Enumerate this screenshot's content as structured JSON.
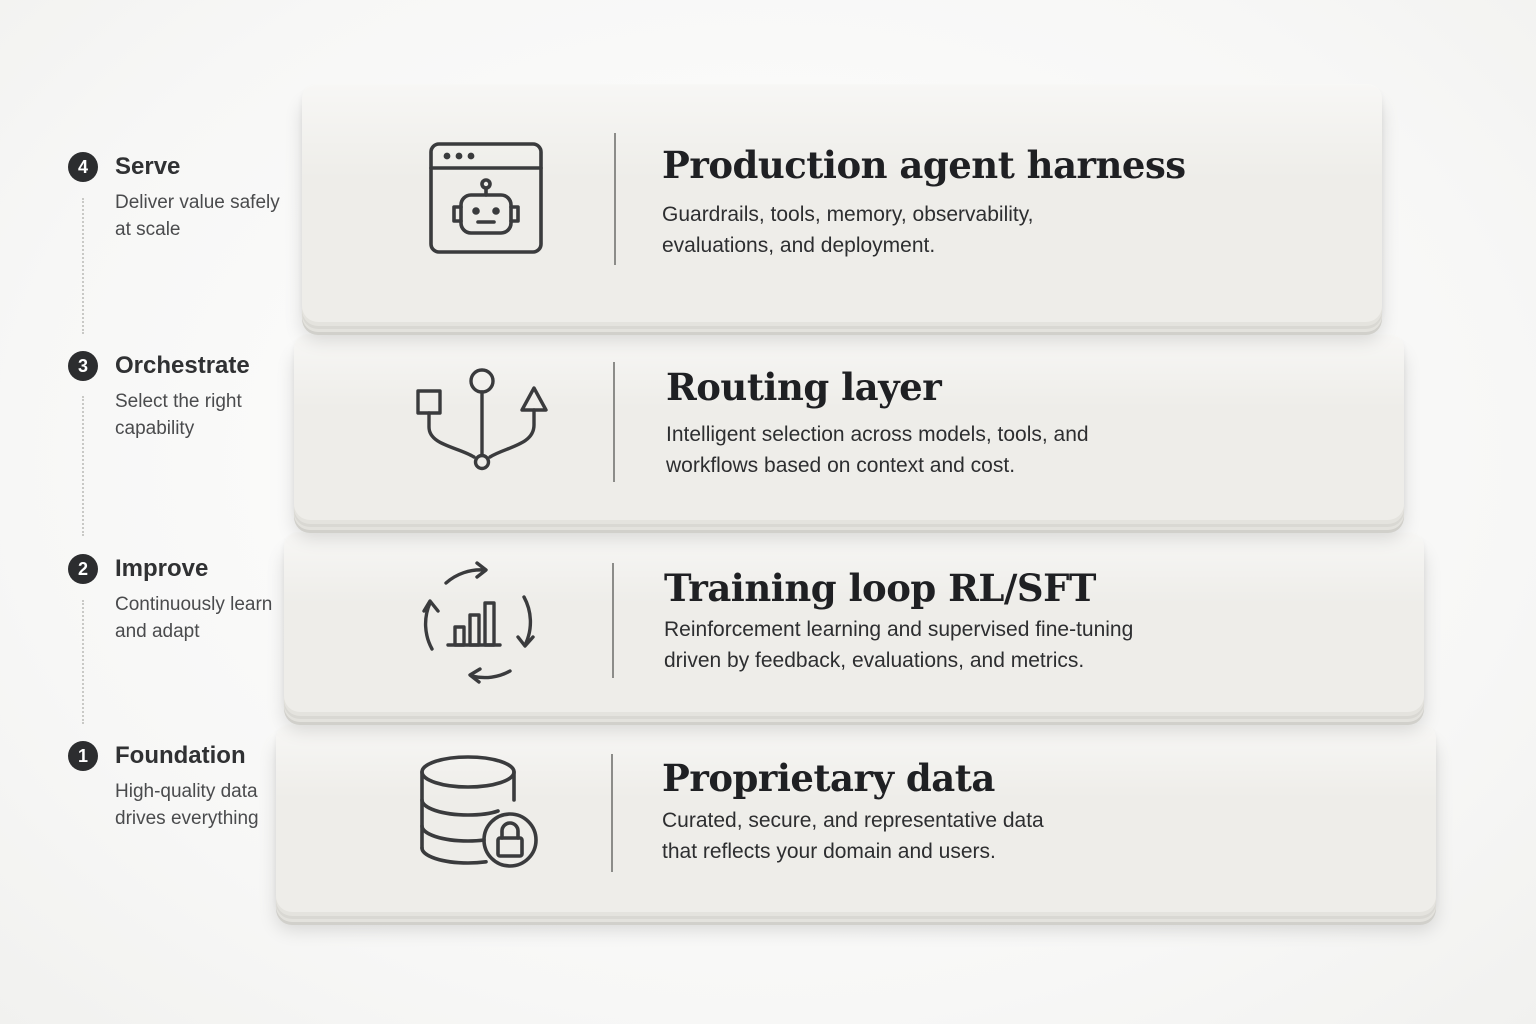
{
  "steps": [
    {
      "number": "4",
      "title": "Serve",
      "description": "Deliver value safely at scale"
    },
    {
      "number": "3",
      "title": "Orchestrate",
      "description": "Select the right capability"
    },
    {
      "number": "2",
      "title": "Improve",
      "description": "Continuously learn and adapt"
    },
    {
      "number": "1",
      "title": "Foundation",
      "description": "High-quality data drives everything"
    }
  ],
  "layers": [
    {
      "icon": "robot-browser-icon",
      "title": "Production agent harness",
      "description": "Guardrails, tools, memory, observability, evaluations, and deployment."
    },
    {
      "icon": "routing-branch-icon",
      "title": "Routing layer",
      "description": "Intelligent selection across models, tools, and workflows based on context and cost."
    },
    {
      "icon": "training-cycle-chart-icon",
      "title": "Training loop RL/SFT",
      "description": "Reinforcement learning and supervised fine-tuning driven by feedback, evaluations, and metrics."
    },
    {
      "icon": "database-lock-icon",
      "title": "Proprietary data",
      "description": "Curated, secure, and representative data that reflects your domain and users."
    }
  ],
  "colors": {
    "slab": "#eeede9",
    "badge": "#2c2d2f",
    "text": "#1f2023",
    "icon_stroke": "#3a3b3d"
  }
}
